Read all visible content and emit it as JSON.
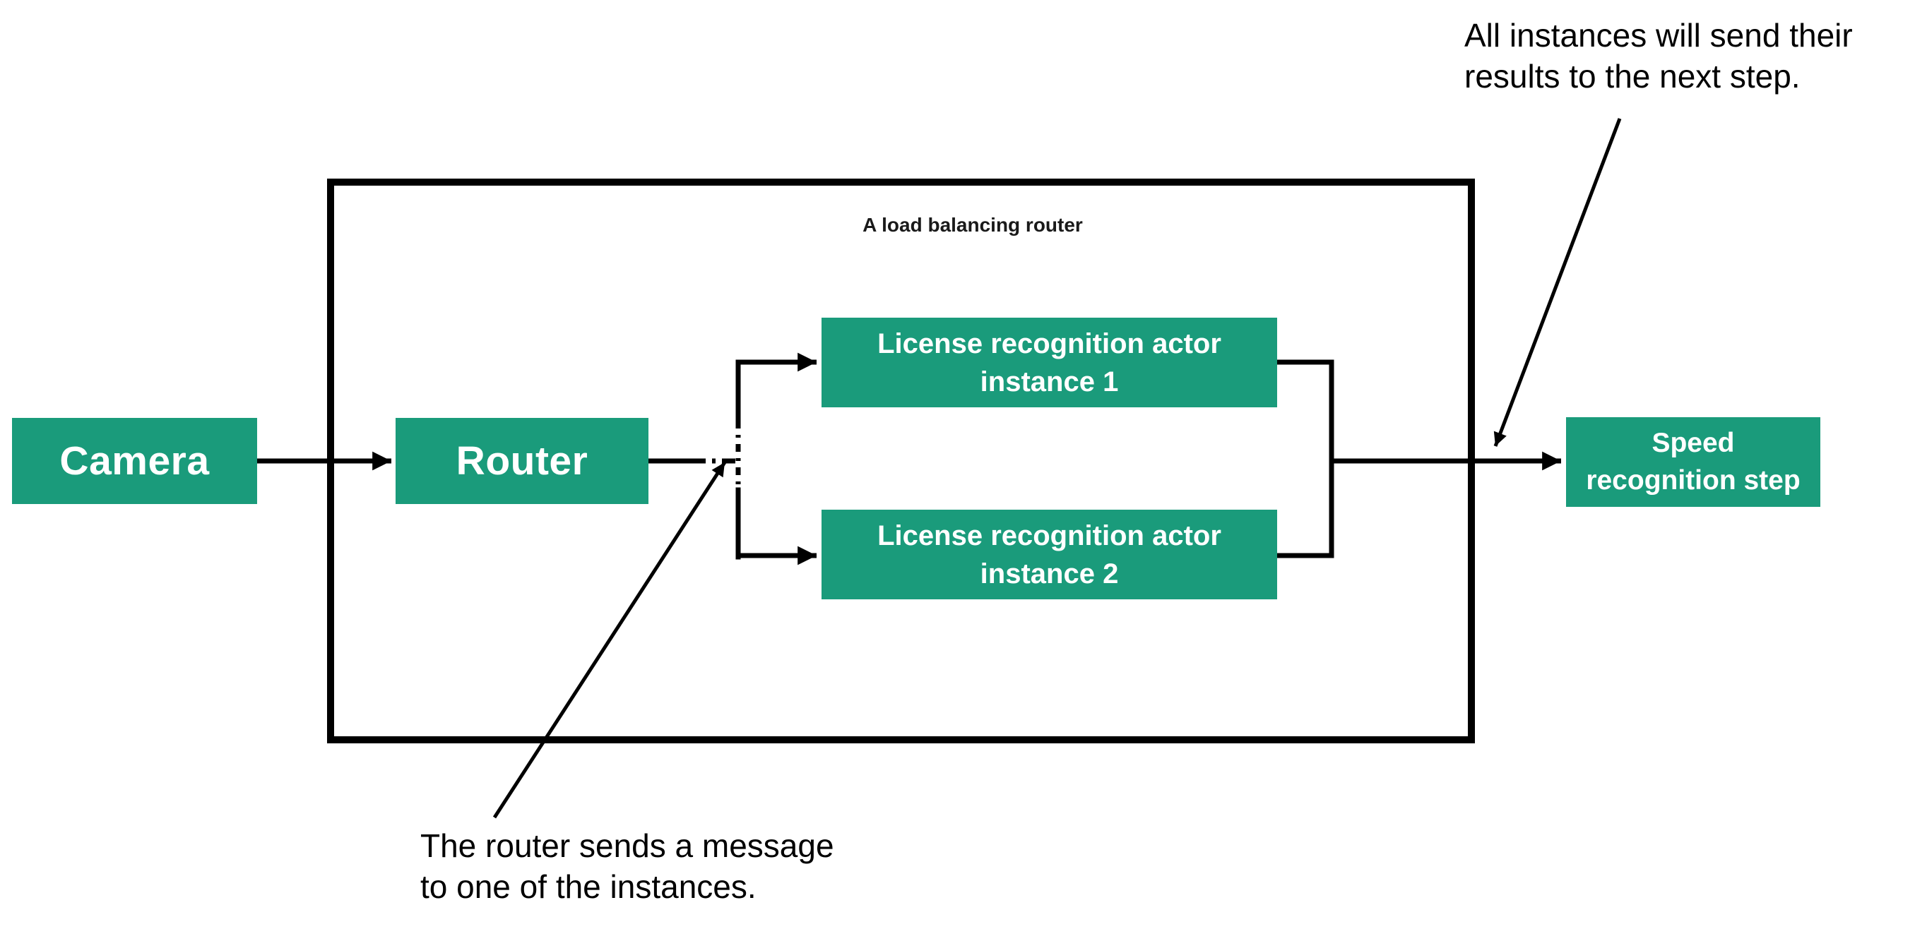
{
  "diagram": {
    "container_title": "A load balancing router",
    "nodes": {
      "camera": {
        "label": "Camera"
      },
      "router": {
        "label": "Router"
      },
      "instance1": {
        "label": "License recognition actor\ninstance 1"
      },
      "instance2": {
        "label": "License recognition actor\ninstance 2"
      },
      "speed": {
        "label": "Speed\nrecognition step"
      }
    },
    "annotations": {
      "top_right": "All instances will send their\nresults to the next step.",
      "bottom": "The router sends a message\nto one of the instances."
    },
    "colors": {
      "node_fill": "#1a9b7b",
      "node_text": "#ffffff",
      "line": "#000000",
      "container_border": "#000000",
      "annotation_text": "#000000"
    }
  }
}
